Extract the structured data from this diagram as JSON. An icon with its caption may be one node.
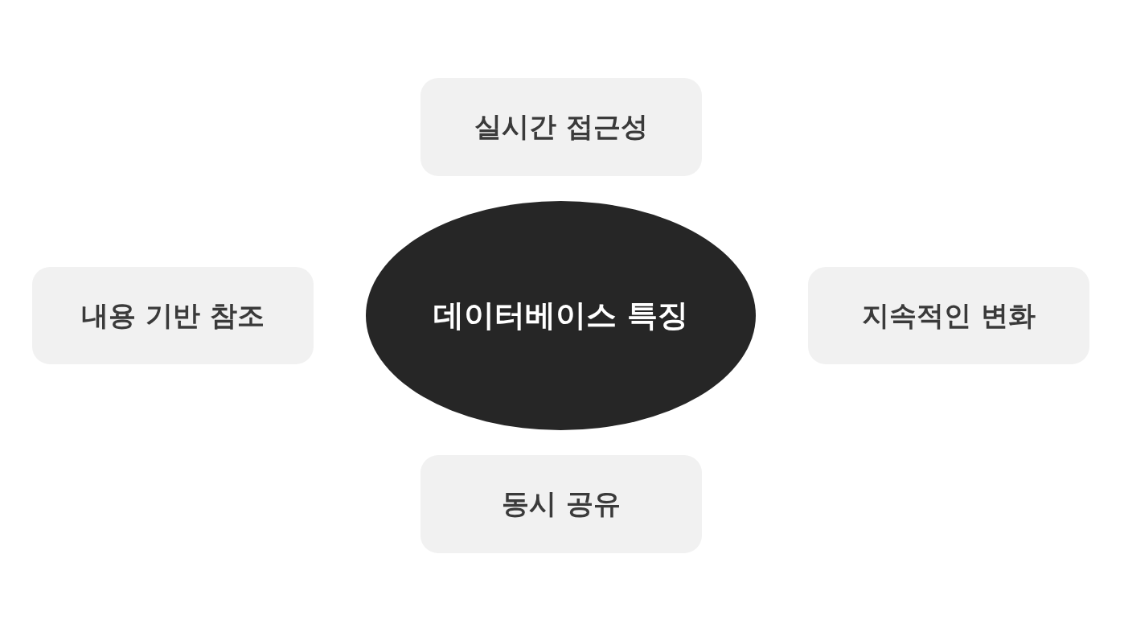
{
  "diagram": {
    "nodes": [
      {
        "text": [
          "실시간 접근성"
        ]
      },
      {
        "text": [
          "내용 기반 참조"
        ]
      },
      {
        "text": [
          "데이터베이스 특징"
        ]
      },
      {
        "text": [
          "지속적인 변화"
        ]
      },
      {
        "text": [
          "동시 공유"
        ]
      }
    ]
  }
}
